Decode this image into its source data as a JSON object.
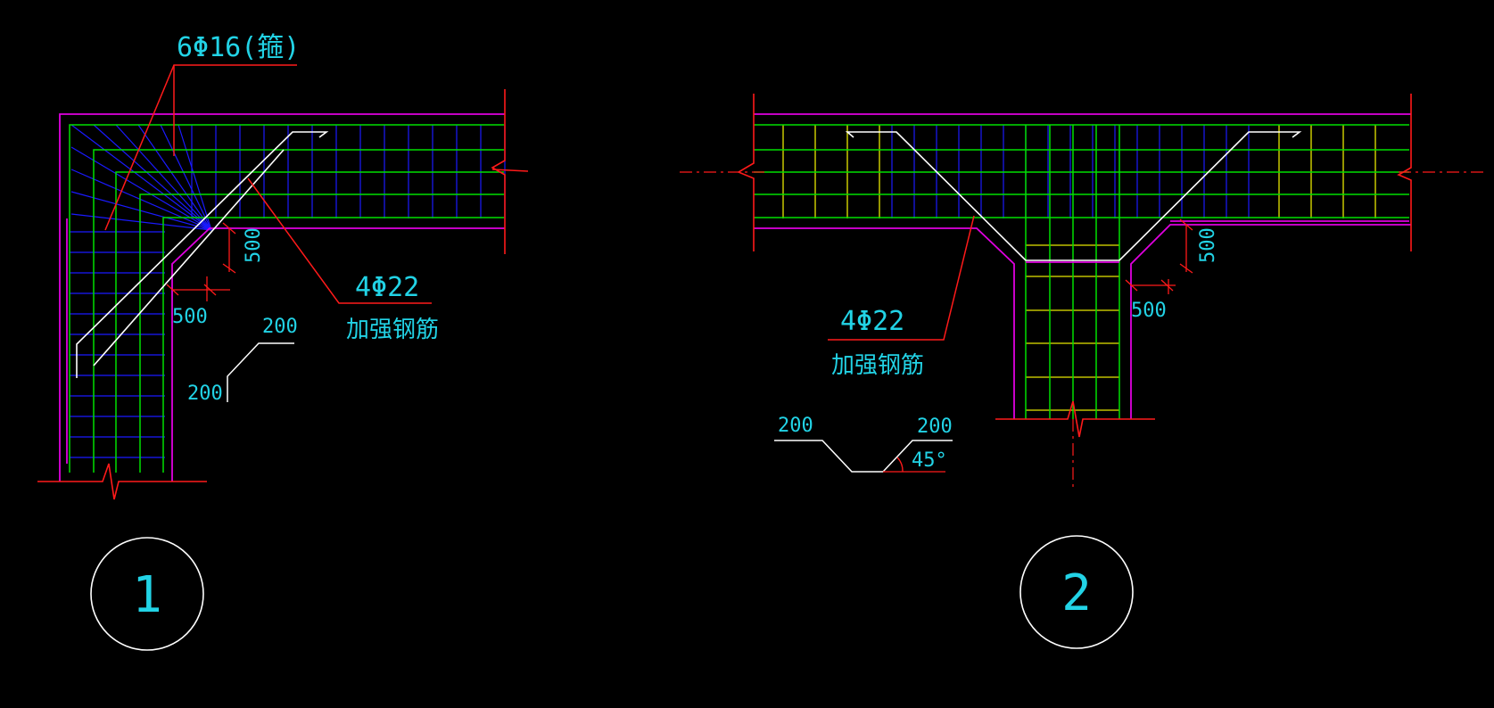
{
  "detail1": {
    "stirrup_label": "6Φ16(箍)",
    "rebar_label": "4Φ22",
    "rebar_desc": "加强钢筋",
    "dim_horizontal": "500",
    "dim_vertical": "500",
    "bend_dim_top": "200",
    "bend_dim_left": "200",
    "number": "1"
  },
  "detail2": {
    "rebar_label": "4Φ22",
    "rebar_desc": "加强钢筋",
    "dim_horizontal": "500",
    "dim_vertical": "500",
    "bend_dim_left": "200",
    "bend_dim_right": "200",
    "bend_angle": "45°",
    "number": "2"
  },
  "colors": {
    "background": "#000000",
    "outline": "#e000e0",
    "stirrup": "#1a1aff",
    "longitudinal": "#00e000",
    "tie": "#e6e600",
    "leader": "#ff1a1a",
    "rebar": "#ffffff",
    "text": "#22d3e6"
  }
}
